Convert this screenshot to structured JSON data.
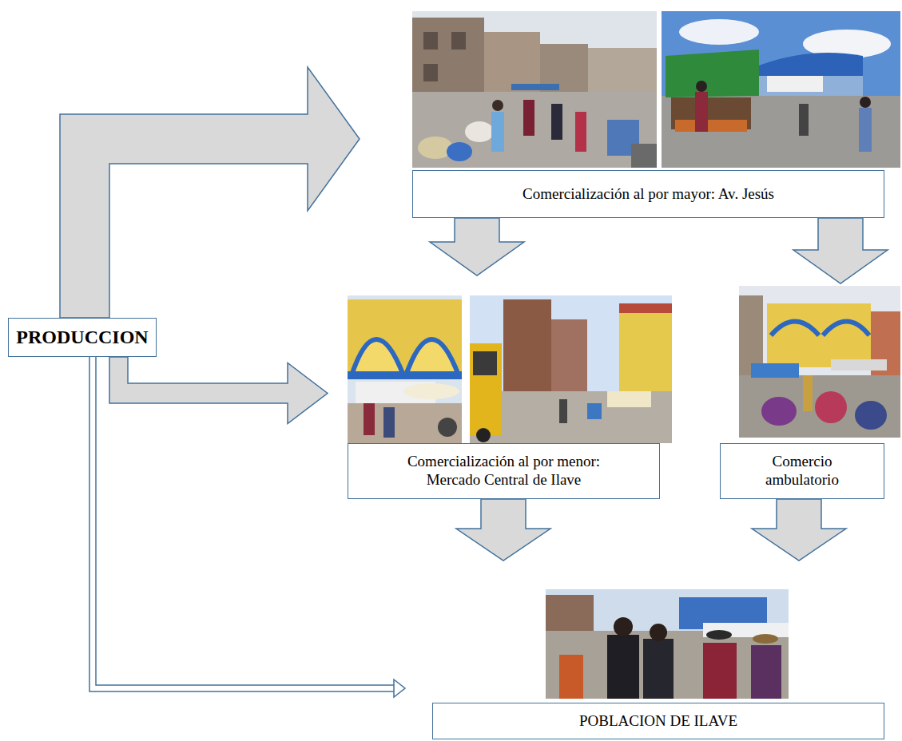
{
  "diagram": {
    "nodes": [
      {
        "text": [
          "PRODUCCION"
        ]
      },
      {
        "text": [
          "Comercialización al por mayor: Av. Jesús"
        ]
      },
      {
        "text": [
          "Comercialización al por menor: Mercado Central de Ilave"
        ]
      },
      {
        "text": [
          "Comercio ambulatorio"
        ]
      },
      {
        "text": [
          "POBLACION DE ILAVE"
        ]
      }
    ],
    "edges": [
      {
        "from": 0,
        "to": 1,
        "arrow": "to"
      },
      {
        "from": 1,
        "to": 2,
        "arrow": "to"
      },
      {
        "from": 1,
        "to": 3,
        "arrow": "to"
      },
      {
        "from": 0,
        "to": 2,
        "arrow": "to"
      },
      {
        "from": 2,
        "to": 4,
        "arrow": "to"
      },
      {
        "from": 3,
        "to": 4,
        "arrow": "to"
      },
      {
        "from": 0,
        "to": 4,
        "arrow": "to"
      }
    ]
  }
}
